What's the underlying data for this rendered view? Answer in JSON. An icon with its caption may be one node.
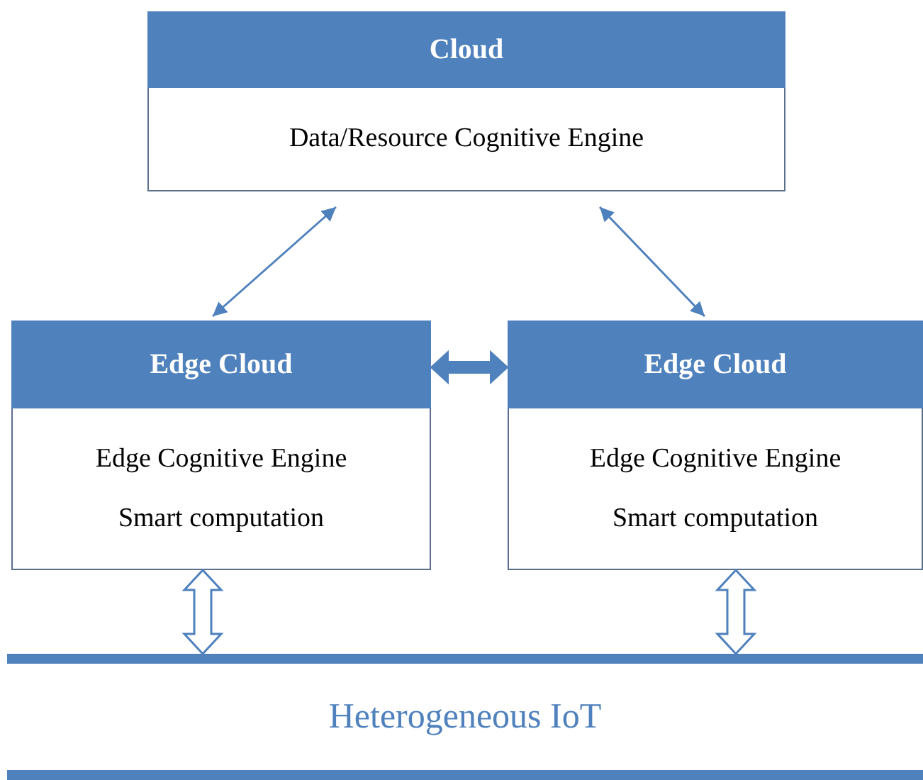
{
  "diagram": {
    "nodes": [
      {
        "text": [
          "Cloud",
          "Data/Resource Cognitive Engine"
        ]
      },
      {
        "text": [
          "Edge Cloud",
          "Edge Cognitive Engine",
          "Smart computation"
        ]
      },
      {
        "text": [
          "Edge Cloud",
          "Edge Cognitive Engine",
          "Smart computation"
        ]
      },
      {
        "text": [
          "Heterogeneous IoT"
        ]
      }
    ],
    "edges": [
      {
        "from": 0,
        "to": 1,
        "arrow": "both"
      },
      {
        "from": 0,
        "to": 2,
        "arrow": "both"
      },
      {
        "from": 1,
        "to": 2,
        "arrow": "both",
        "style": "thick"
      },
      {
        "from": 1,
        "to": 3,
        "arrow": "both",
        "style": "thick"
      },
      {
        "from": 2,
        "to": 3,
        "arrow": "both",
        "style": "thick"
      }
    ]
  }
}
